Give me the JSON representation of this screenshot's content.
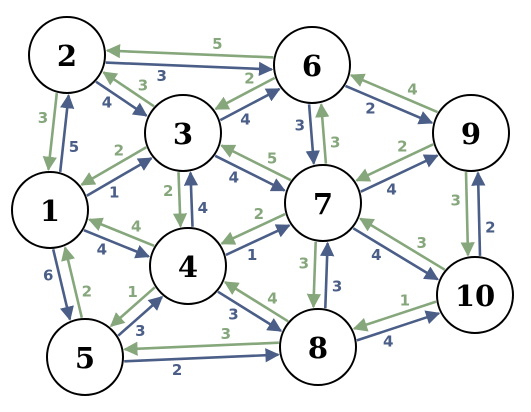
{
  "colors": {
    "blue_edge": "#4a5e87",
    "green_edge": "#86a77c",
    "node_fill": "#ffffff",
    "node_stroke": "#000000",
    "background": "#ffffff"
  },
  "graph": {
    "nodes": [
      {
        "id": "1",
        "label": "1"
      },
      {
        "id": "2",
        "label": "2"
      },
      {
        "id": "3",
        "label": "3"
      },
      {
        "id": "4",
        "label": "4"
      },
      {
        "id": "5",
        "label": "5"
      },
      {
        "id": "6",
        "label": "6"
      },
      {
        "id": "7",
        "label": "7"
      },
      {
        "id": "8",
        "label": "8"
      },
      {
        "id": "9",
        "label": "9"
      },
      {
        "id": "10",
        "label": "10"
      }
    ],
    "edges": [
      {
        "from": "2",
        "to": "6",
        "weight": "3",
        "color": "blue"
      },
      {
        "from": "6",
        "to": "2",
        "weight": "5",
        "color": "green"
      },
      {
        "from": "2",
        "to": "3",
        "weight": "4",
        "color": "blue"
      },
      {
        "from": "3",
        "to": "2",
        "weight": "3",
        "color": "green"
      },
      {
        "from": "1",
        "to": "2",
        "weight": "5",
        "color": "blue"
      },
      {
        "from": "2",
        "to": "1",
        "weight": "3",
        "color": "green"
      },
      {
        "from": "1",
        "to": "3",
        "weight": "1",
        "color": "blue"
      },
      {
        "from": "3",
        "to": "1",
        "weight": "2",
        "color": "green"
      },
      {
        "from": "1",
        "to": "4",
        "weight": "4",
        "color": "blue"
      },
      {
        "from": "4",
        "to": "1",
        "weight": "4",
        "color": "green"
      },
      {
        "from": "1",
        "to": "5",
        "weight": "6",
        "color": "blue"
      },
      {
        "from": "5",
        "to": "1",
        "weight": "2",
        "color": "green"
      },
      {
        "from": "3",
        "to": "6",
        "weight": "4",
        "color": "blue"
      },
      {
        "from": "6",
        "to": "3",
        "weight": "2",
        "color": "green"
      },
      {
        "from": "3",
        "to": "7",
        "weight": "4",
        "color": "blue"
      },
      {
        "from": "7",
        "to": "3",
        "weight": "5",
        "color": "green"
      },
      {
        "from": "4",
        "to": "3",
        "weight": "4",
        "color": "blue"
      },
      {
        "from": "3",
        "to": "4",
        "weight": "2",
        "color": "green"
      },
      {
        "from": "4",
        "to": "7",
        "weight": "1",
        "color": "blue"
      },
      {
        "from": "7",
        "to": "4",
        "weight": "2",
        "color": "green"
      },
      {
        "from": "5",
        "to": "4",
        "weight": "3",
        "color": "blue"
      },
      {
        "from": "4",
        "to": "5",
        "weight": "1",
        "color": "green"
      },
      {
        "from": "4",
        "to": "8",
        "weight": "3",
        "color": "blue"
      },
      {
        "from": "8",
        "to": "4",
        "weight": "4",
        "color": "green"
      },
      {
        "from": "6",
        "to": "9",
        "weight": "2",
        "color": "blue"
      },
      {
        "from": "9",
        "to": "6",
        "weight": "4",
        "color": "green"
      },
      {
        "from": "6",
        "to": "7",
        "weight": "3",
        "color": "blue"
      },
      {
        "from": "7",
        "to": "6",
        "weight": "3",
        "color": "green"
      },
      {
        "from": "7",
        "to": "9",
        "weight": "4",
        "color": "blue"
      },
      {
        "from": "9",
        "to": "7",
        "weight": "2",
        "color": "green"
      },
      {
        "from": "9",
        "to": "10",
        "weight": "3",
        "color": "green"
      },
      {
        "from": "10",
        "to": "9",
        "weight": "2",
        "color": "blue"
      },
      {
        "from": "7",
        "to": "10",
        "weight": "4",
        "color": "blue"
      },
      {
        "from": "10",
        "to": "7",
        "weight": "3",
        "color": "green"
      },
      {
        "from": "8",
        "to": "7",
        "weight": "3",
        "color": "blue"
      },
      {
        "from": "7",
        "to": "8",
        "weight": "3",
        "color": "green"
      },
      {
        "from": "8",
        "to": "10",
        "weight": "4",
        "color": "blue"
      },
      {
        "from": "10",
        "to": "8",
        "weight": "1",
        "color": "green"
      },
      {
        "from": "5",
        "to": "8",
        "weight": "2",
        "color": "blue"
      },
      {
        "from": "8",
        "to": "5",
        "weight": "3",
        "color": "green"
      }
    ]
  }
}
